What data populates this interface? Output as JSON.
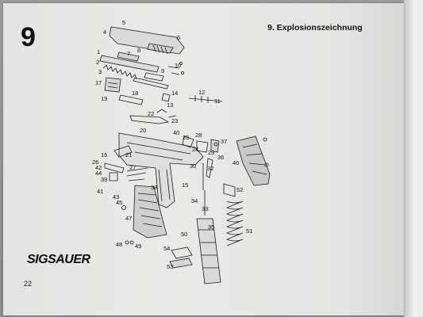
{
  "chapter_number": "9",
  "heading": "9.  Explosionszeichnung",
  "brand_logo": "SIGSAUER",
  "page_number": "22",
  "callouts": [
    {
      "id": "l5",
      "text": "5"
    },
    {
      "id": "l4",
      "text": "4"
    },
    {
      "id": "l6",
      "text": "6"
    },
    {
      "id": "l1",
      "text": "1"
    },
    {
      "id": "l7",
      "text": "7"
    },
    {
      "id": "l8",
      "text": "8"
    },
    {
      "id": "l10",
      "text": "10"
    },
    {
      "id": "l2",
      "text": "2"
    },
    {
      "id": "l3",
      "text": "3"
    },
    {
      "id": "l9",
      "text": "9"
    },
    {
      "id": "l17",
      "text": "17"
    },
    {
      "id": "l19",
      "text": "19"
    },
    {
      "id": "l18",
      "text": "18"
    },
    {
      "id": "l14",
      "text": "14"
    },
    {
      "id": "l13",
      "text": "13"
    },
    {
      "id": "l12",
      "text": "12"
    },
    {
      "id": "l11",
      "text": "11"
    },
    {
      "id": "l22",
      "text": "22"
    },
    {
      "id": "l23",
      "text": "23"
    },
    {
      "id": "l20",
      "text": "20"
    },
    {
      "id": "l40",
      "text": "40"
    },
    {
      "id": "l25",
      "text": "25"
    },
    {
      "id": "l28",
      "text": "28"
    },
    {
      "id": "l37",
      "text": "37"
    },
    {
      "id": "l24",
      "text": "24"
    },
    {
      "id": "l16",
      "text": "16"
    },
    {
      "id": "l21",
      "text": "21"
    },
    {
      "id": "l26",
      "text": "26"
    },
    {
      "id": "l42",
      "text": "42"
    },
    {
      "id": "l44",
      "text": "44"
    },
    {
      "id": "l27",
      "text": "27"
    },
    {
      "id": "l39",
      "text": "39"
    },
    {
      "id": "l41",
      "text": "41"
    },
    {
      "id": "l43",
      "text": "43"
    },
    {
      "id": "l38",
      "text": "38"
    },
    {
      "id": "l30",
      "text": "30"
    },
    {
      "id": "l29",
      "text": "29"
    },
    {
      "id": "l36",
      "text": "36"
    },
    {
      "id": "l32",
      "text": "32"
    },
    {
      "id": "l46",
      "text": "46"
    },
    {
      "id": "l45",
      "text": "45"
    },
    {
      "id": "l15",
      "text": "15"
    },
    {
      "id": "l52",
      "text": "52"
    },
    {
      "id": "l34",
      "text": "34"
    },
    {
      "id": "l33",
      "text": "33"
    },
    {
      "id": "l47",
      "text": "47"
    },
    {
      "id": "l35",
      "text": "35"
    },
    {
      "id": "l50",
      "text": "50"
    },
    {
      "id": "l51",
      "text": "51"
    },
    {
      "id": "l48",
      "text": "48"
    },
    {
      "id": "l49",
      "text": "49"
    },
    {
      "id": "l54",
      "text": "54"
    },
    {
      "id": "l53",
      "text": "53"
    }
  ]
}
